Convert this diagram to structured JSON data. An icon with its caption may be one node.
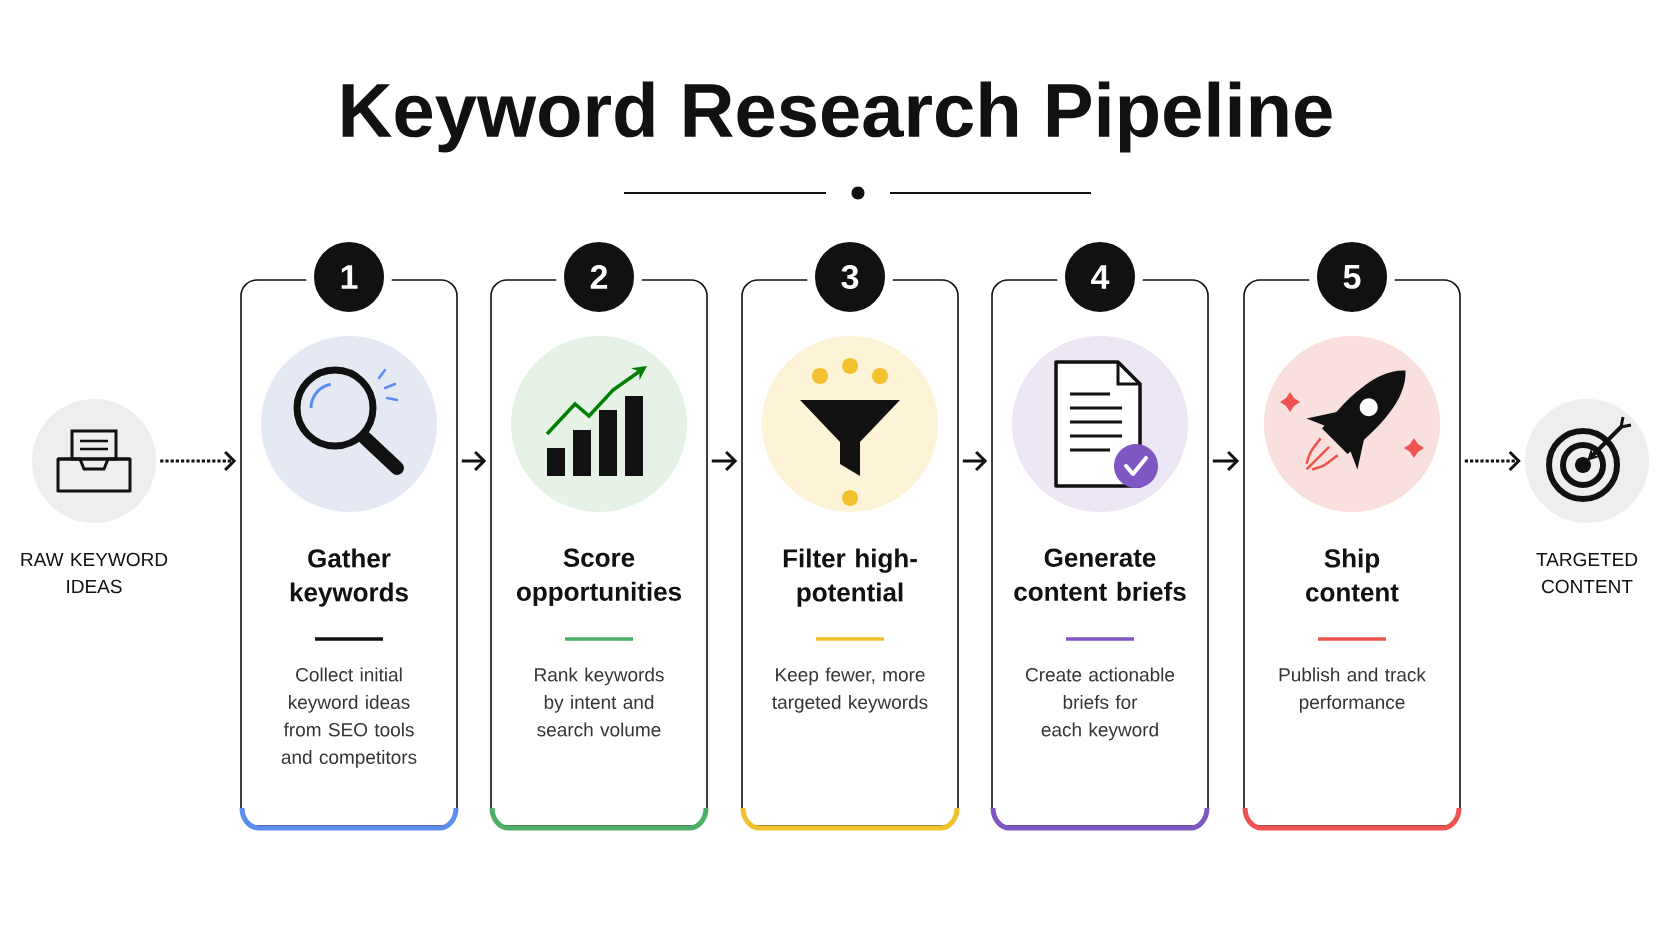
{
  "diagram": {
    "title": "Keyword Research Pipeline",
    "nodes": [
      {
        "text": [
          "RAW KEYWORD IDEAS"
        ]
      },
      {
        "text": [
          "1",
          "Gather keywords",
          "Collect initial keyword ideas from SEO tools and competitors"
        ]
      },
      {
        "text": [
          "2",
          "Score opportunities",
          "Rank keywords by intent and search volume"
        ]
      },
      {
        "text": [
          "3",
          "Filter high-potential",
          "Keep fewer, more targeted keywords"
        ]
      },
      {
        "text": [
          "4",
          "Generate content briefs",
          "Create actionable briefs for each keyword"
        ]
      },
      {
        "text": [
          "5",
          "Ship content",
          "Publish and track performance"
        ]
      },
      {
        "text": [
          "TARGETED CONTENT"
        ]
      }
    ],
    "edges": [
      {
        "from": 0,
        "to": 1,
        "arrow": "to",
        "style": "dashed"
      },
      {
        "from": 1,
        "to": 2,
        "arrow": "to"
      },
      {
        "from": 2,
        "to": 3,
        "arrow": "to"
      },
      {
        "from": 3,
        "to": 4,
        "arrow": "to"
      },
      {
        "from": 4,
        "to": 5,
        "arrow": "to"
      },
      {
        "from": 5,
        "to": 6,
        "arrow": "to",
        "style": "dashed"
      }
    ]
  }
}
